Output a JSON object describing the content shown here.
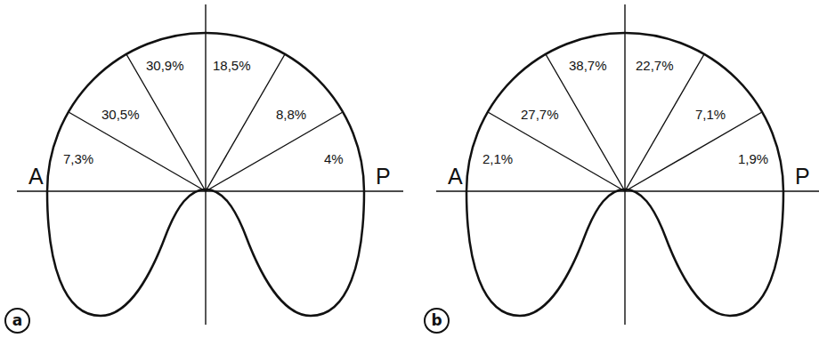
{
  "diagram": {
    "nodes": [
      {
        "text": [
          "a"
        ]
      },
      {
        "text": [
          "b"
        ]
      }
    ],
    "labels": [
      "7,3%",
      "30,5%",
      "30,9%",
      "18,5%",
      "8,8%",
      "4%",
      "A",
      "P",
      "2,1%",
      "27,7%",
      "38,7%",
      "22,7%",
      "7,1%",
      "1,9%",
      "A",
      "P"
    ]
  }
}
